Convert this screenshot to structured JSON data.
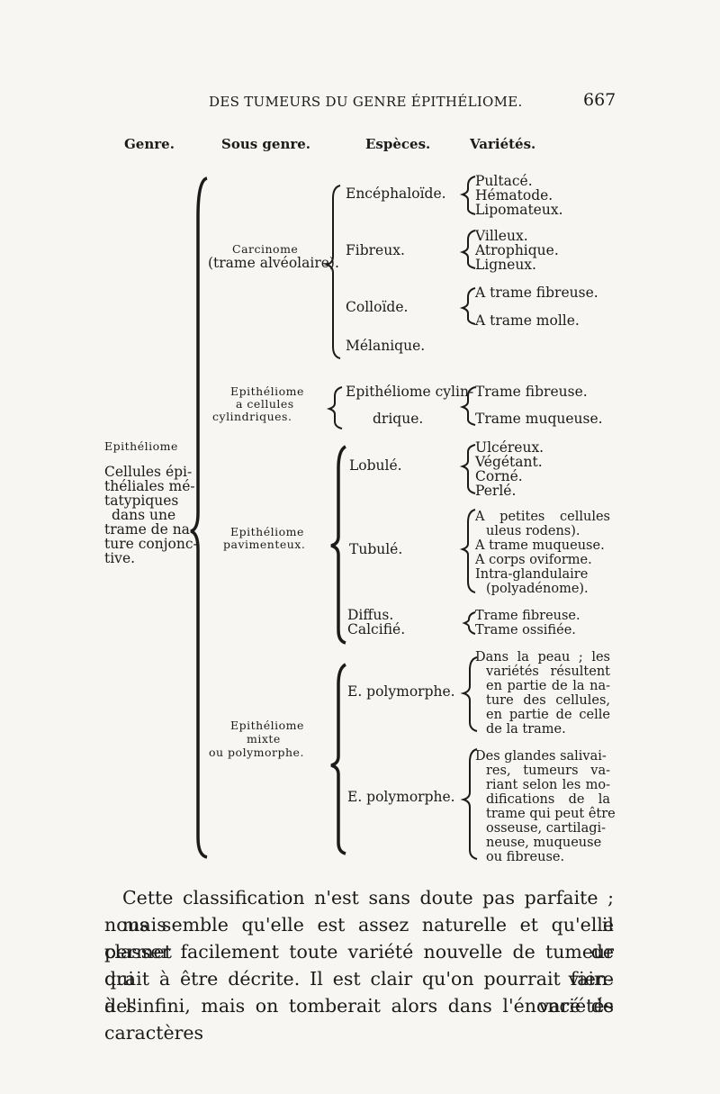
{
  "header": {
    "running_title": "DES TUMEURS DU GENRE ÉPITHÉLIOME.",
    "page_number": "667"
  },
  "columns": {
    "genre": "Genre.",
    "sous_genre": "Sous genre.",
    "especes": "Espèces.",
    "varietes": "Variétés."
  },
  "genre": {
    "name": "Epithéliome",
    "description": [
      "Cellules épi-",
      "théliales mé-",
      "tatypiques",
      "dans une",
      "trame de na-",
      "ture conjonc-",
      "tive."
    ]
  },
  "carcinome": {
    "sous_genre": [
      "Carcinome",
      "(trame alvéolaire)."
    ],
    "encephaloide": {
      "espece": "Encéphaloïde.",
      "varietes": [
        "Pultacé.",
        "Hématode.",
        "Lipomateux."
      ]
    },
    "fibreux": {
      "espece": "Fibreux.",
      "varietes": [
        "Villeux.",
        "Atrophique.",
        "Ligneux."
      ]
    },
    "colloide": {
      "espece": "Colloïde.",
      "varietes": [
        "A trame fibreuse.",
        "A trame molle."
      ]
    },
    "melanique": {
      "espece": "Mélanique."
    }
  },
  "cylindriques": {
    "sous_genre": [
      "Epithéliome",
      "a cellules",
      "cylindriques."
    ],
    "espece": [
      "Epithéliome cylin-",
      "drique."
    ],
    "varietes": [
      "Trame fibreuse.",
      "Trame muqueuse."
    ]
  },
  "pavimenteux": {
    "sous_genre": [
      "Epithéliome",
      "pavimenteux."
    ],
    "lobule": {
      "espece": "Lobulé.",
      "varietes": [
        "Ulcéreux.",
        "Végétant.",
        "Corné.",
        "Perlé."
      ]
    },
    "tubule": {
      "espece": "Tubulé.",
      "varietes": [
        "A petites cellules",
        "uleus rodens).",
        "A trame muqueuse.",
        "A corps oviforme.",
        "Intra-glandulaire",
        "(polyadénome)."
      ]
    },
    "diffus": {
      "especes": [
        "Diffus.",
        "Calcifié."
      ],
      "varietes": [
        "Trame fibreuse.",
        "Trame ossifiée."
      ]
    }
  },
  "mixte": {
    "sous_genre": [
      "Epithéliome",
      "mixte",
      "ou polymorphe."
    ],
    "poly1": {
      "espece": "E. polymorphe.",
      "varietes": [
        "Dans la peau ; les",
        "variétés résultent",
        "en partie de la na-",
        "ture des cellules,",
        "en partie de celle",
        "de la trame."
      ]
    },
    "poly2": {
      "espece": "E. polymorphe.",
      "varietes": [
        "Des glandes salivai-",
        "res, tumeurs va-",
        "riant selon les mo-",
        "difications de la",
        "trame qui peut être",
        "osseuse, cartilagi-",
        "neuse, muqueuse",
        "ou fibreuse."
      ]
    }
  },
  "paragraph": [
    "Cette classification n'est sans doute pas parfaite ; mais il",
    "nous semble qu'elle est assez naturelle et qu'elle permet de",
    "classer facilement toute variété nouvelle de tumeur qui vien-",
    "drait à être décrite. Il est clair qu'on pourrait faire des variétés",
    "à l'infini, mais on tomberait alors dans l'énoncé de caractères"
  ]
}
